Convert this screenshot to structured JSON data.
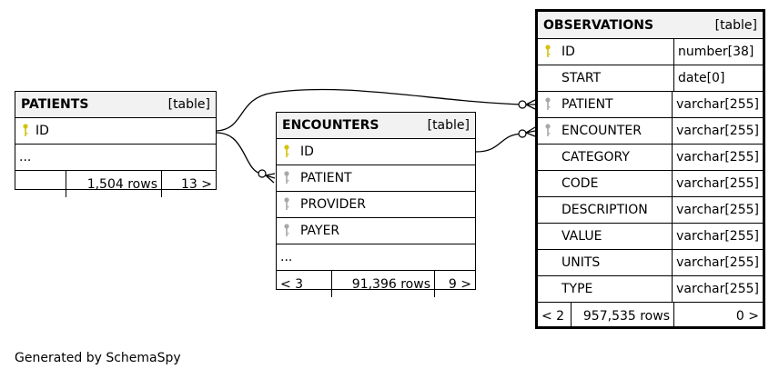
{
  "patients": {
    "name": "PATIENTS",
    "kind": "[table]",
    "columns": [
      {
        "name": "ID",
        "key": "primary"
      }
    ],
    "ellipsis": "...",
    "stats": {
      "left": "",
      "rows": "1,504 rows",
      "right": "13 >"
    }
  },
  "encounters": {
    "name": "ENCOUNTERS",
    "kind": "[table]",
    "columns": [
      {
        "name": "ID",
        "key": "primary"
      },
      {
        "name": "PATIENT",
        "key": "foreign"
      },
      {
        "name": "PROVIDER",
        "key": "foreign"
      },
      {
        "name": "PAYER",
        "key": "foreign"
      }
    ],
    "ellipsis": "...",
    "stats": {
      "left": "< 3",
      "rows": "91,396 rows",
      "right": "9 >"
    }
  },
  "observations": {
    "name": "OBSERVATIONS",
    "kind": "[table]",
    "columns": [
      {
        "name": "ID",
        "type": "number[38]",
        "key": "primary"
      },
      {
        "name": "START",
        "type": "date[0]",
        "key": ""
      },
      {
        "name": "PATIENT",
        "type": "varchar[255]",
        "key": "foreign"
      },
      {
        "name": "ENCOUNTER",
        "type": "varchar[255]",
        "key": "foreign"
      },
      {
        "name": "CATEGORY",
        "type": "varchar[255]",
        "key": ""
      },
      {
        "name": "CODE",
        "type": "varchar[255]",
        "key": ""
      },
      {
        "name": "DESCRIPTION",
        "type": "varchar[255]",
        "key": ""
      },
      {
        "name": "VALUE",
        "type": "varchar[255]",
        "key": ""
      },
      {
        "name": "UNITS",
        "type": "varchar[255]",
        "key": ""
      },
      {
        "name": "TYPE",
        "type": "varchar[255]",
        "key": ""
      }
    ],
    "stats": {
      "left": "< 2",
      "rows": "957,535 rows",
      "right": "0 >"
    }
  },
  "footer": "Generated by SchemaSpy",
  "colors": {
    "primary_key": "#d4c20a",
    "foreign_key": "#a8a8a8",
    "header_bg": "#f2f2f2"
  }
}
